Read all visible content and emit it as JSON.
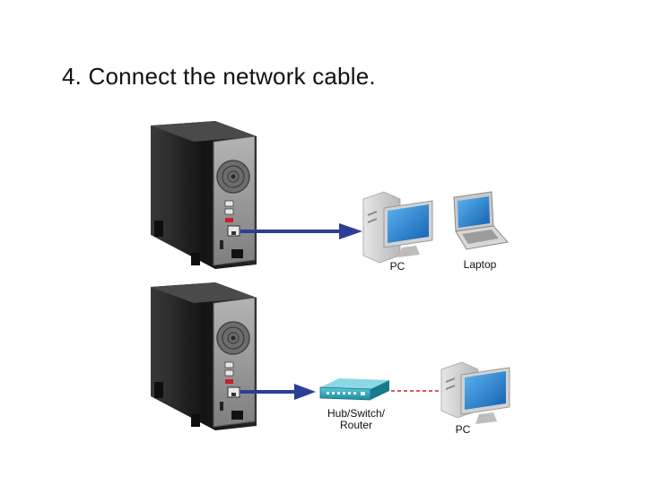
{
  "title": "4. Connect the network cable.",
  "diagram": {
    "top": {
      "pc_label": "PC",
      "laptop_label": "Laptop"
    },
    "bottom": {
      "hub_label_line1": "Hub/Switch/",
      "hub_label_line2": "Router",
      "pc_label": "PC"
    },
    "colors": {
      "cable_arrow": "#2b3f96",
      "dashed_link": "#d02020",
      "nas_body": "#1c1c1c",
      "nas_panel": "#9a9a9a",
      "monitor_screen": "#1f7fd0",
      "hub_body": "#2aa3b8"
    }
  }
}
